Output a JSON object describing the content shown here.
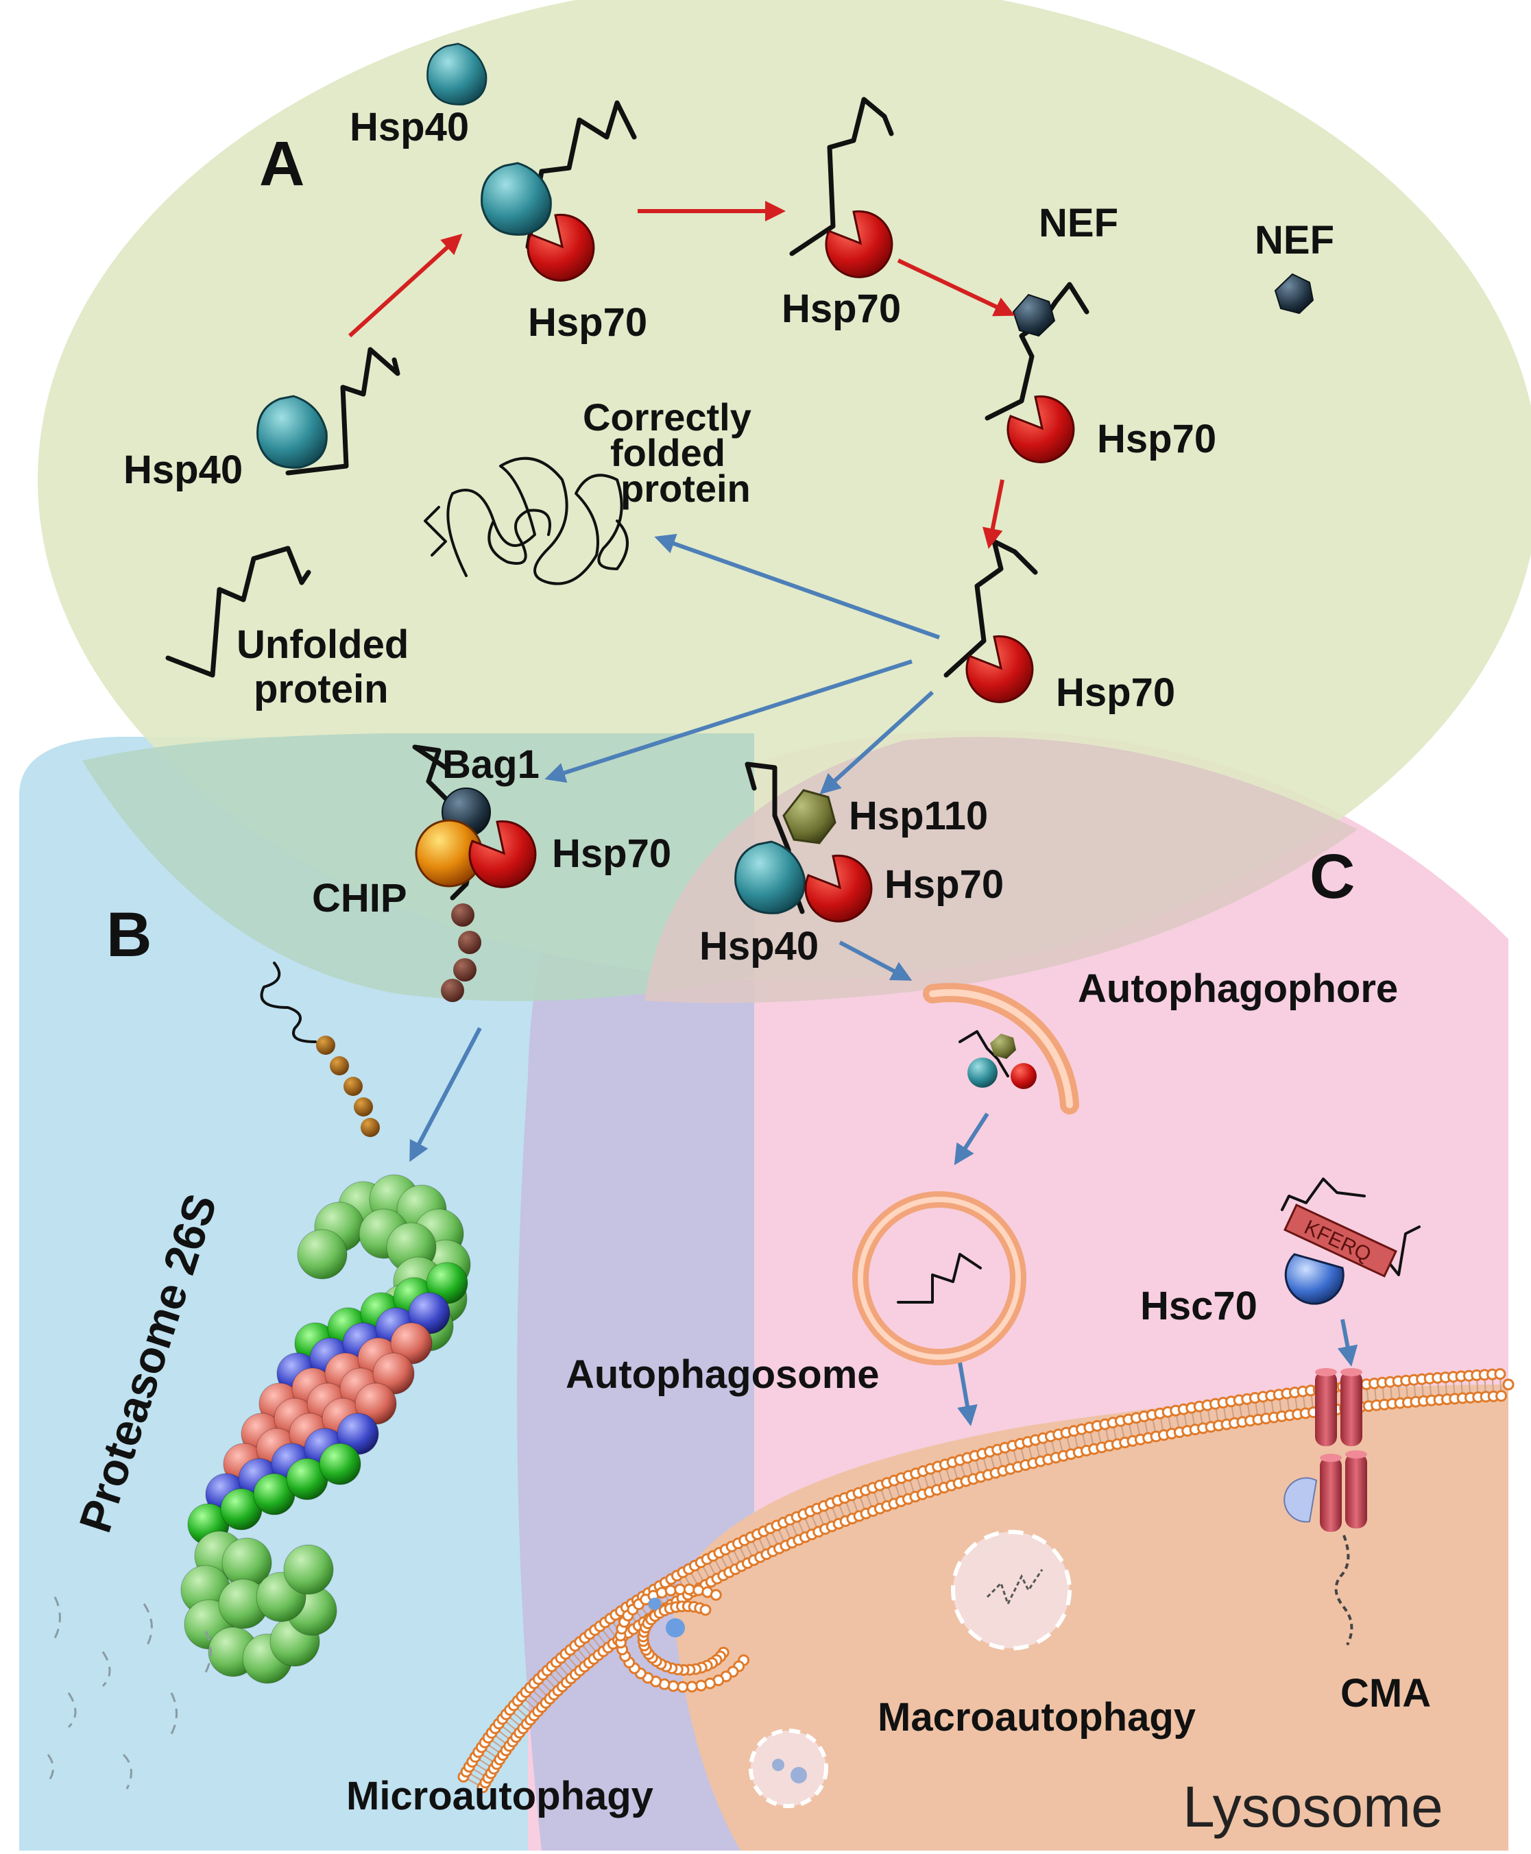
{
  "colors": {
    "region_a": "#dfe8c4",
    "region_b": "#bfe1f0",
    "region_c": "#f7cfe0",
    "lysosome": "#efc2a5",
    "hsp70": "#cc1111",
    "hsp40": "#2f8c98",
    "nef": "#1f3140",
    "arrow_red": "#d42020",
    "arrow_blue": "#4d7fb8",
    "membrane": "#e07a2a"
  },
  "sections": {
    "a": "A",
    "b": "B",
    "c": "C"
  },
  "labels": {
    "hsp40_free": "Hsp40",
    "hsp70_1": "Hsp70",
    "hsp70_2": "Hsp70",
    "nef_bound": "NEF",
    "nef_free": "NEF",
    "hsp70_3": "Hsp70",
    "hsp40_unbound": "Hsp40",
    "correctly_folded": [
      "Correctly",
      "folded",
      "protein"
    ],
    "unfolded": [
      "Unfolded",
      "protein"
    ],
    "hsp70_4": "Hsp70",
    "bag1": "Bag1",
    "hsp70_b": "Hsp70",
    "chip": "CHIP",
    "hsp110": "Hsp110",
    "hsp70_c": "Hsp70",
    "hsp40_c": "Hsp40",
    "autophagophore": "Autophagophore",
    "proteasome": "Proteasome 26S",
    "hsc70": "Hsc70",
    "kferq": "KFERQ",
    "autophagosome": "Autophagosome",
    "macroautophagy": "Macroautophagy",
    "cma": "CMA",
    "microautophagy": "Microautophagy",
    "lysosome": "Lysosome"
  },
  "icons": [
    "hsp40-chaperone-icon",
    "hsp70-chaperone-icon",
    "nef-icon",
    "hsp110-icon",
    "chip-icon",
    "ubiquitin-chain-icon",
    "proteasome-icon",
    "lamp2a-channel-icon"
  ]
}
